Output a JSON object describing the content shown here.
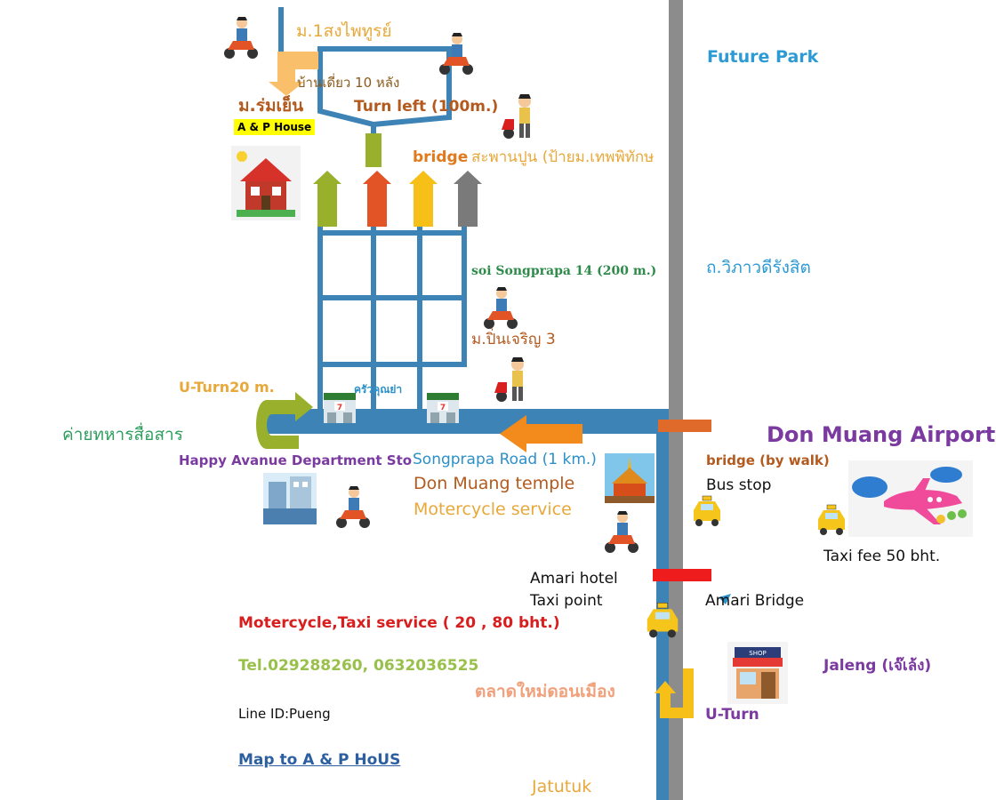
{
  "labels": {
    "village_saengphaithun": "ม.1สงไพทูรย์",
    "single_house_10": "บ้านเดี่ยว 10 หลัง",
    "village_romyen": "ม.ร่มเย็น",
    "ap_house": "A & P House",
    "turn_left": "Turn left (100m.)",
    "bridge": "bridge",
    "concrete_bridge": "สะพานปูน (ป้ายม.เทพพิทักษ",
    "future_park": "Future Park",
    "vibhavadi_road": "ถ.วิภาวดีรังสิต",
    "soi_songprapa": "soi Songprapa 14 (200 m.)",
    "village_pinjaroen": "ม.ปิ่นเจริญ 3",
    "uturn_20m": "U-Turn20 m.",
    "krua_khunya": "ครัวคุณย่า",
    "army_camp": "ค่ายทหารสื่อสาร",
    "don_muang_airport": "Don Muang Airport",
    "happy_avenue": "Happy Avanue Department Stor",
    "songprapa_road": "Songprapa Road (1 km.)",
    "bridge_walk": "bridge (by walk)",
    "don_muang_temple": "Don Muang temple",
    "bus_stop": "Bus stop",
    "motorcycle_service": "Motercycle service",
    "taxi_fee": "Taxi fee 50 bht.",
    "amari_hotel": "Amari hotel",
    "taxi_point": "Taxi point",
    "amari_bridge": "Amari Bridge",
    "moto_taxi_service": "Motercycle,Taxi service ( 20 , 80 bht.)",
    "telephone": "Tel.029288260, 0632036525",
    "jaleng": "Jaleng (เจ๊เล้ง)",
    "new_market": "ตลาดใหม่ดอนเมือง",
    "line_id": "Line ID:Pueng",
    "uturn": "U-Turn",
    "map_title": "Map to A & P HoUS",
    "jatutuk": "Jatutuk"
  },
  "colors": {
    "road_blue": "#3d83b6",
    "highway_gray": "#8c8c8c",
    "arrow_olive": "#98b02c",
    "arrow_red": "#e25426",
    "arrow_yellow": "#f6c018",
    "arrow_gray": "#7a7a7a",
    "arrow_orange": "#f28b1c",
    "bridge_red": "#ee1c1c",
    "bridge_orange": "#e06a2a",
    "light_orange": "#f9bf6b",
    "ap_highlight": "#ffff00"
  },
  "icons": {
    "scooter": "scooter-rider-icon",
    "person": "person-with-scooter-icon",
    "house": "house-icon",
    "store": "convenience-store-icon",
    "taxi": "taxi-icon",
    "temple": "temple-icon",
    "shop": "shop-icon",
    "airplane": "airplane-icon",
    "mall": "department-store-icon"
  }
}
